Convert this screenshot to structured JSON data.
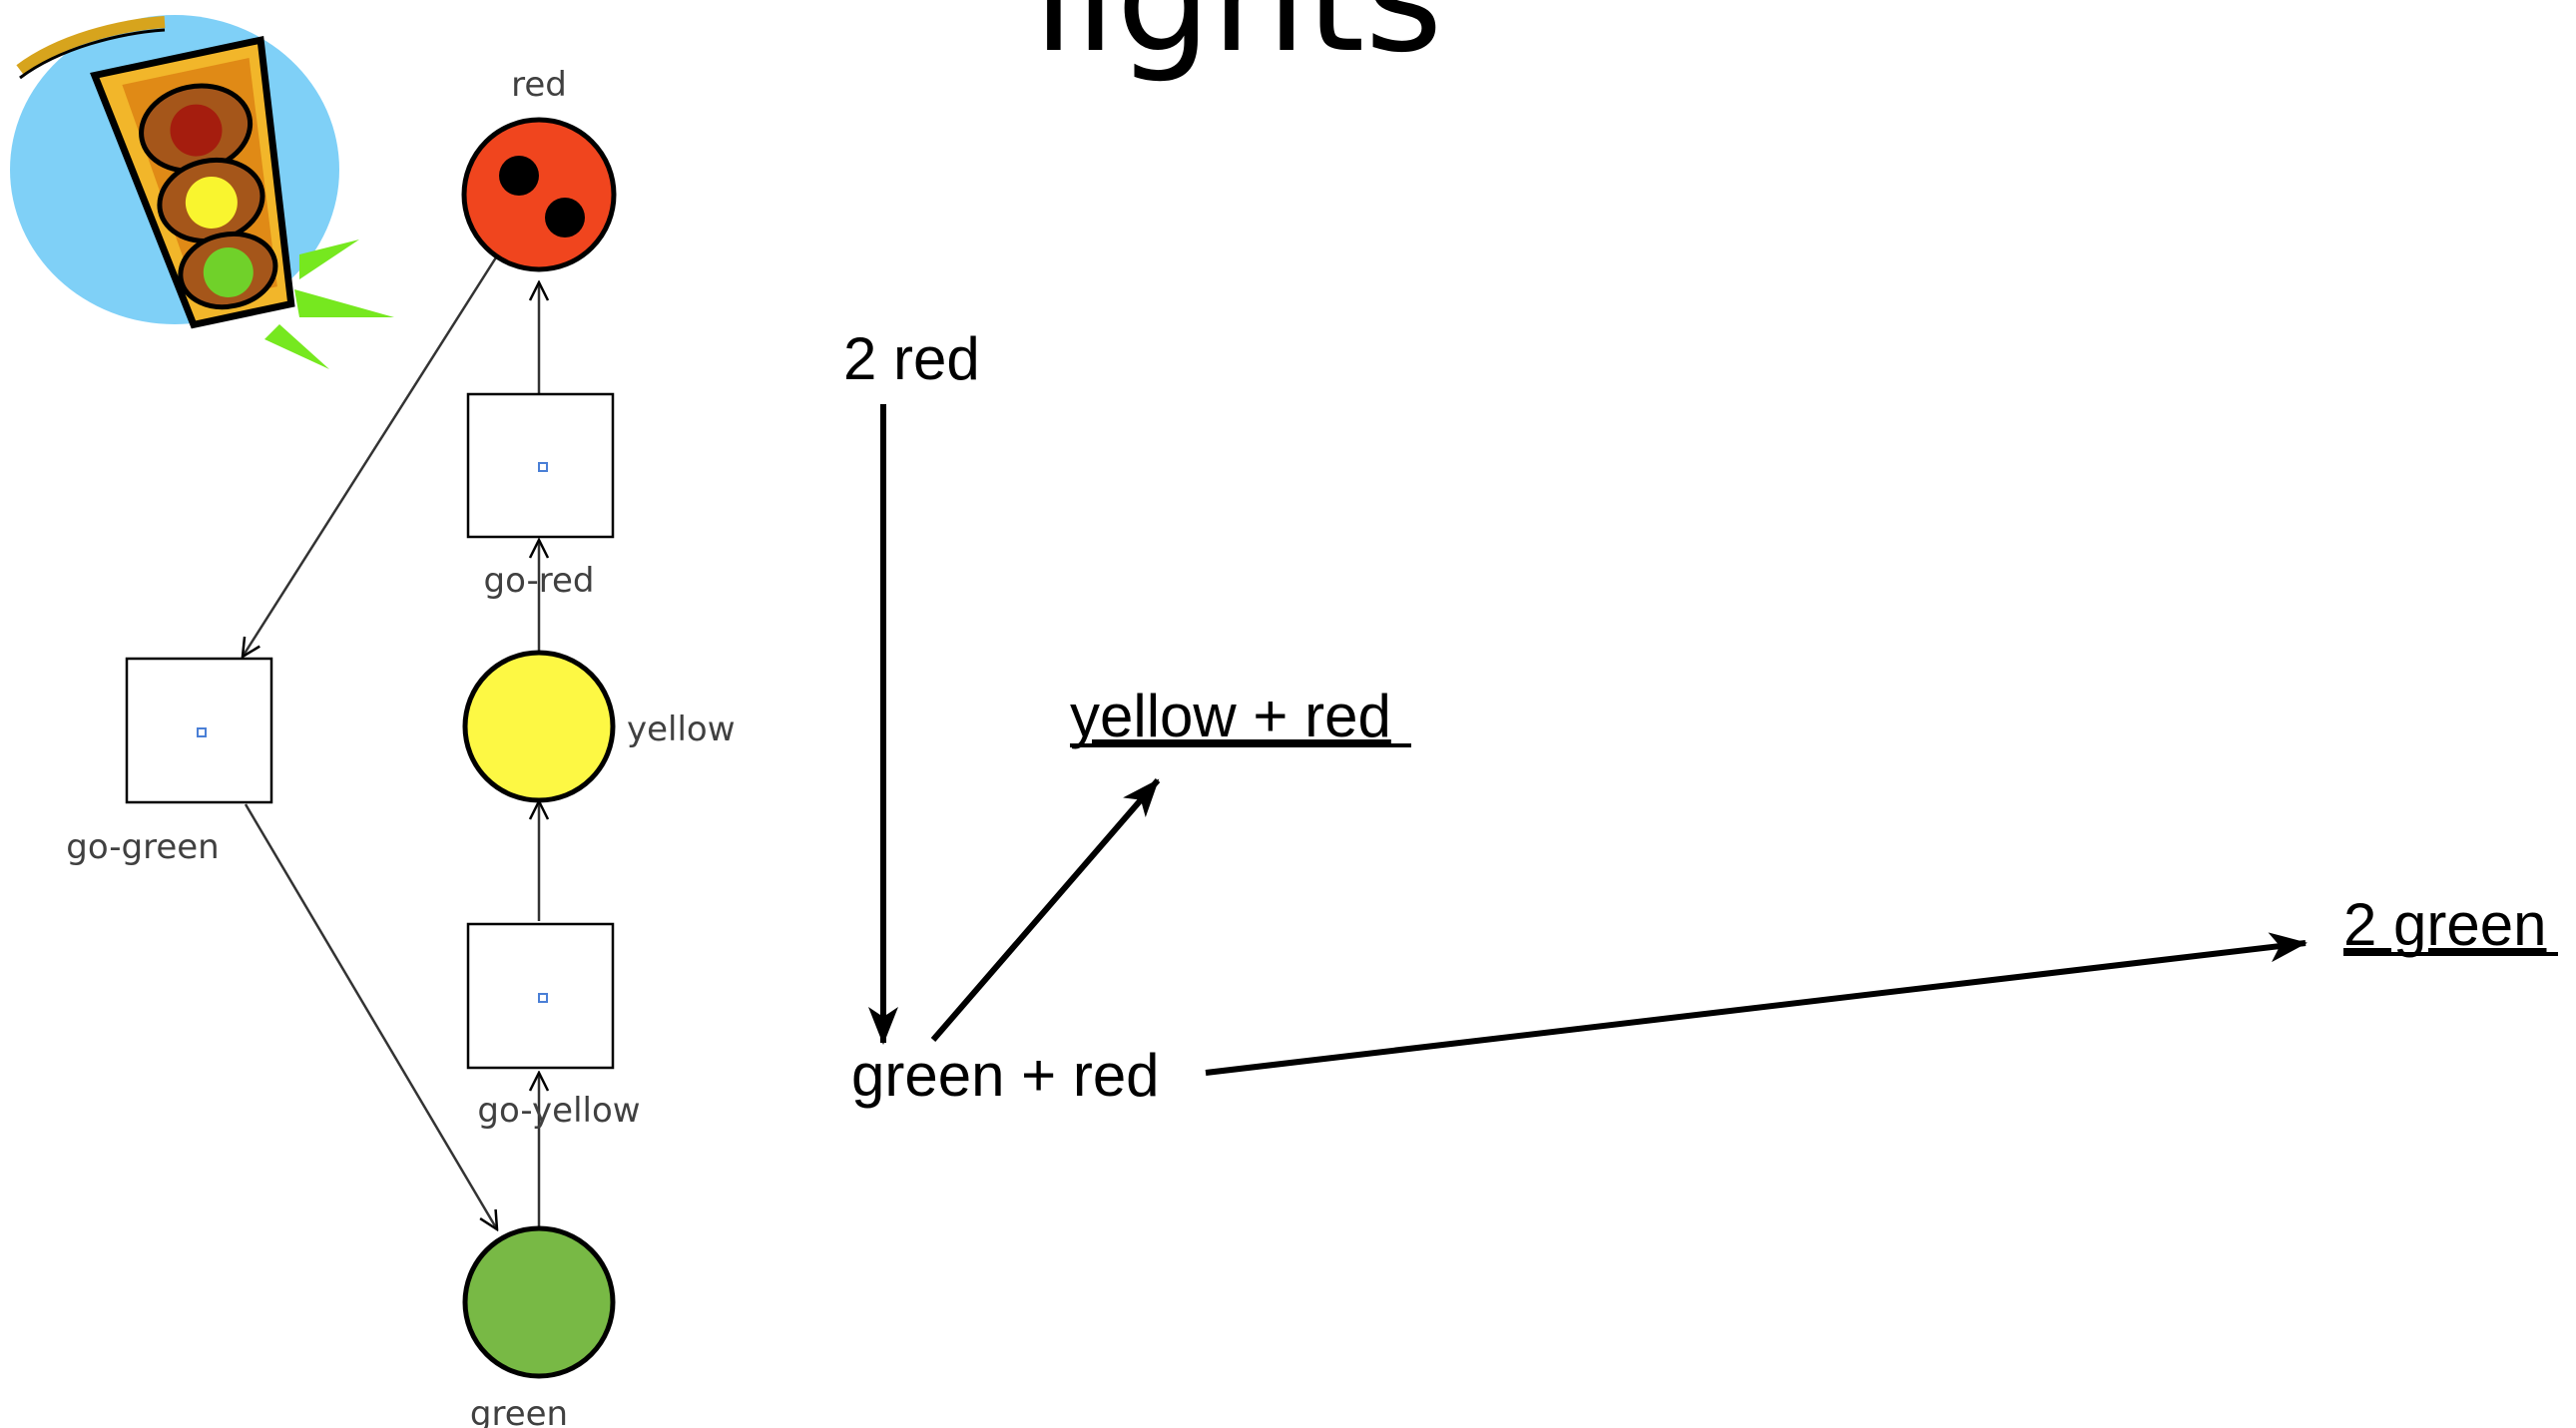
{
  "title": "lights",
  "petri_net": {
    "places": [
      {
        "id": "red",
        "label": "red",
        "color": "#f0451e",
        "tokens": 2
      },
      {
        "id": "yellow",
        "label": "yellow",
        "color": "#fdf844",
        "tokens": 0
      },
      {
        "id": "green",
        "label": "green",
        "color": "#78b945",
        "tokens": 0
      }
    ],
    "transitions": [
      {
        "id": "go-red",
        "label": "go-red"
      },
      {
        "id": "go-green",
        "label": "go-green"
      },
      {
        "id": "go-yellow",
        "label": "go-yellow"
      }
    ]
  },
  "reachability": {
    "states": [
      {
        "id": "s0",
        "label": "2 red",
        "underlined": false
      },
      {
        "id": "s1",
        "label": "green + red",
        "underlined": false
      },
      {
        "id": "s2",
        "label": "yellow + red",
        "underlined": true
      },
      {
        "id": "s3",
        "label": "2 green",
        "underlined": true
      }
    ]
  },
  "colors": {
    "red": "#f0451e",
    "yellow": "#fdf844",
    "green": "#78b945",
    "token": "#000000",
    "stroke": "#000000",
    "transition_dot": "#4a7fd6"
  },
  "icon": "traffic-light-clipart"
}
